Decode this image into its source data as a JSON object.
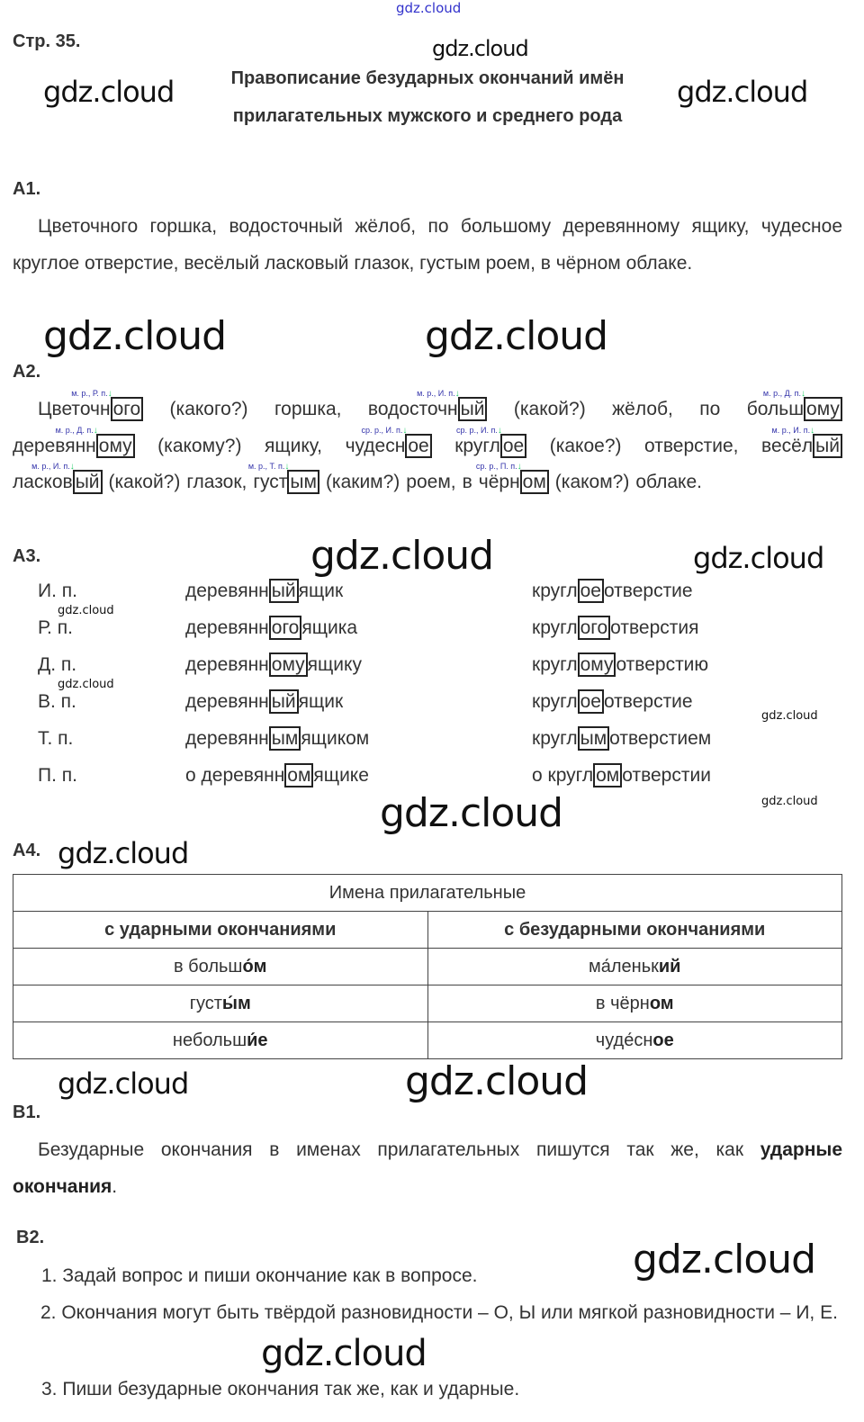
{
  "header": {
    "site": "gdz.cloud",
    "page": "Стр. 35.",
    "title_line1": "Правописание безударных окончаний имён",
    "title_line2": "прилагательных мужского и среднего рода"
  },
  "watermark": "gdz.cloud",
  "a1": {
    "label": "A1.",
    "text": "Цветочного горшка, водосточный жёлоб, по большому деревянному ящику, чудесное круглое отверстие, весёлый ласковый глазок, густым роем, в чёрном облаке."
  },
  "a2": {
    "label": "A2.",
    "lines": [
      [
        [
          {
            "t": "Цветочн"
          },
          {
            "t": "ого",
            "box": true,
            "lbl": "м. р., Р. п."
          }
        ],
        [
          {
            "t": "(какого?)"
          }
        ],
        [
          {
            "t": "горшка,"
          }
        ],
        [
          {
            "t": "водосточн"
          },
          {
            "t": "ый",
            "box": true,
            "lbl": "м. р., И. п."
          }
        ],
        [
          {
            "t": "(какой?)"
          }
        ],
        [
          {
            "t": "жёлоб,"
          }
        ],
        [
          {
            "t": "по"
          }
        ],
        [
          {
            "t": "больш"
          },
          {
            "t": "ому",
            "box": true,
            "lbl": "м. р., Д. п."
          }
        ]
      ],
      [
        [
          {
            "t": "деревянн"
          },
          {
            "t": "ому",
            "box": true,
            "lbl": "м. р., Д. п."
          }
        ],
        [
          {
            "t": "(какому?)"
          }
        ],
        [
          {
            "t": "ящику,"
          }
        ],
        [
          {
            "t": "чудесн"
          },
          {
            "t": "ое",
            "box": true,
            "lbl": "ср. р., И. п."
          }
        ],
        [
          {
            "t": "кругл"
          },
          {
            "t": "ое",
            "box": true,
            "lbl": "ср. р., И. п."
          }
        ],
        [
          {
            "t": "(какое?)"
          }
        ],
        [
          {
            "t": "отверстие,"
          }
        ],
        [
          {
            "t": "весёл"
          },
          {
            "t": "ый",
            "box": true,
            "lbl": "м. р., И. п."
          }
        ]
      ],
      [
        [
          {
            "t": "ласков"
          },
          {
            "t": "ый",
            "box": true,
            "lbl": "м. р., И. п."
          }
        ],
        [
          {
            "t": "(какой?)"
          }
        ],
        [
          {
            "t": "глазок,"
          }
        ],
        [
          {
            "t": "густ"
          },
          {
            "t": "ым",
            "box": true,
            "lbl": "м. р., Т. п."
          }
        ],
        [
          {
            "t": "(каким?)"
          }
        ],
        [
          {
            "t": "роем,"
          }
        ],
        [
          {
            "t": "в"
          }
        ],
        [
          {
            "t": "чёрн"
          },
          {
            "t": "ом",
            "box": true,
            "lbl": "ср. р., П. п."
          }
        ],
        [
          {
            "t": "(каком?)"
          }
        ],
        [
          {
            "t": "облаке."
          }
        ]
      ]
    ]
  },
  "a3": {
    "label": "A3.",
    "rows": [
      {
        "case": "И. п.",
        "w1": [
          "деревянн",
          "ый",
          "ящик"
        ],
        "w2": [
          "кругл",
          "ое",
          "отверстие"
        ]
      },
      {
        "case": "Р. п.",
        "w1": [
          "деревянн",
          "ого",
          "ящика"
        ],
        "w2": [
          "кругл",
          "ого",
          "отверстия"
        ]
      },
      {
        "case": "Д. п.",
        "w1": [
          "деревянн",
          "ому",
          "ящику"
        ],
        "w2": [
          "кругл",
          "ому",
          "отверстию"
        ]
      },
      {
        "case": "В. п.",
        "w1": [
          "деревянн",
          "ый",
          "ящик"
        ],
        "w2": [
          "кругл",
          "ое",
          "отверстие"
        ]
      },
      {
        "case": "Т. п.",
        "w1": [
          "деревянн",
          "ым",
          "ящиком"
        ],
        "w2": [
          "кругл",
          "ым",
          "отверстием"
        ]
      },
      {
        "case": "П. п.",
        "w1": [
          "о деревянн",
          "ом",
          "ящике"
        ],
        "w2": [
          "о кругл",
          "ом",
          "отверстии"
        ]
      }
    ]
  },
  "a4": {
    "label": "A4.",
    "caption": "Имена прилагательные",
    "col1": "с ударными окончаниями",
    "col2": "с безударными окончаниями",
    "rows": [
      [
        [
          "в больш",
          "о́м"
        ],
        [
          "ма́леньк",
          "ий"
        ]
      ],
      [
        [
          "густ",
          "ы́м"
        ],
        [
          "в чёрн",
          "ом"
        ]
      ],
      [
        [
          "небольш",
          "и́е"
        ],
        [
          "чуде́сн",
          "ое"
        ]
      ]
    ]
  },
  "b1": {
    "label": "B1.",
    "text": "Безударные окончания в именах прилагательных пишутся так же, как ",
    "bold": "ударные окончания",
    "end": "."
  },
  "b2": {
    "label": "B2.",
    "item1": "1. Задай вопрос и пиши окончание как в вопросе.",
    "item2": "2. Окончания могут быть твёрдой разновидности – О, Ы или мягкой разновидности – И, Е.",
    "item3": "3. Пиши безударные окончания так же, как и ударные."
  }
}
